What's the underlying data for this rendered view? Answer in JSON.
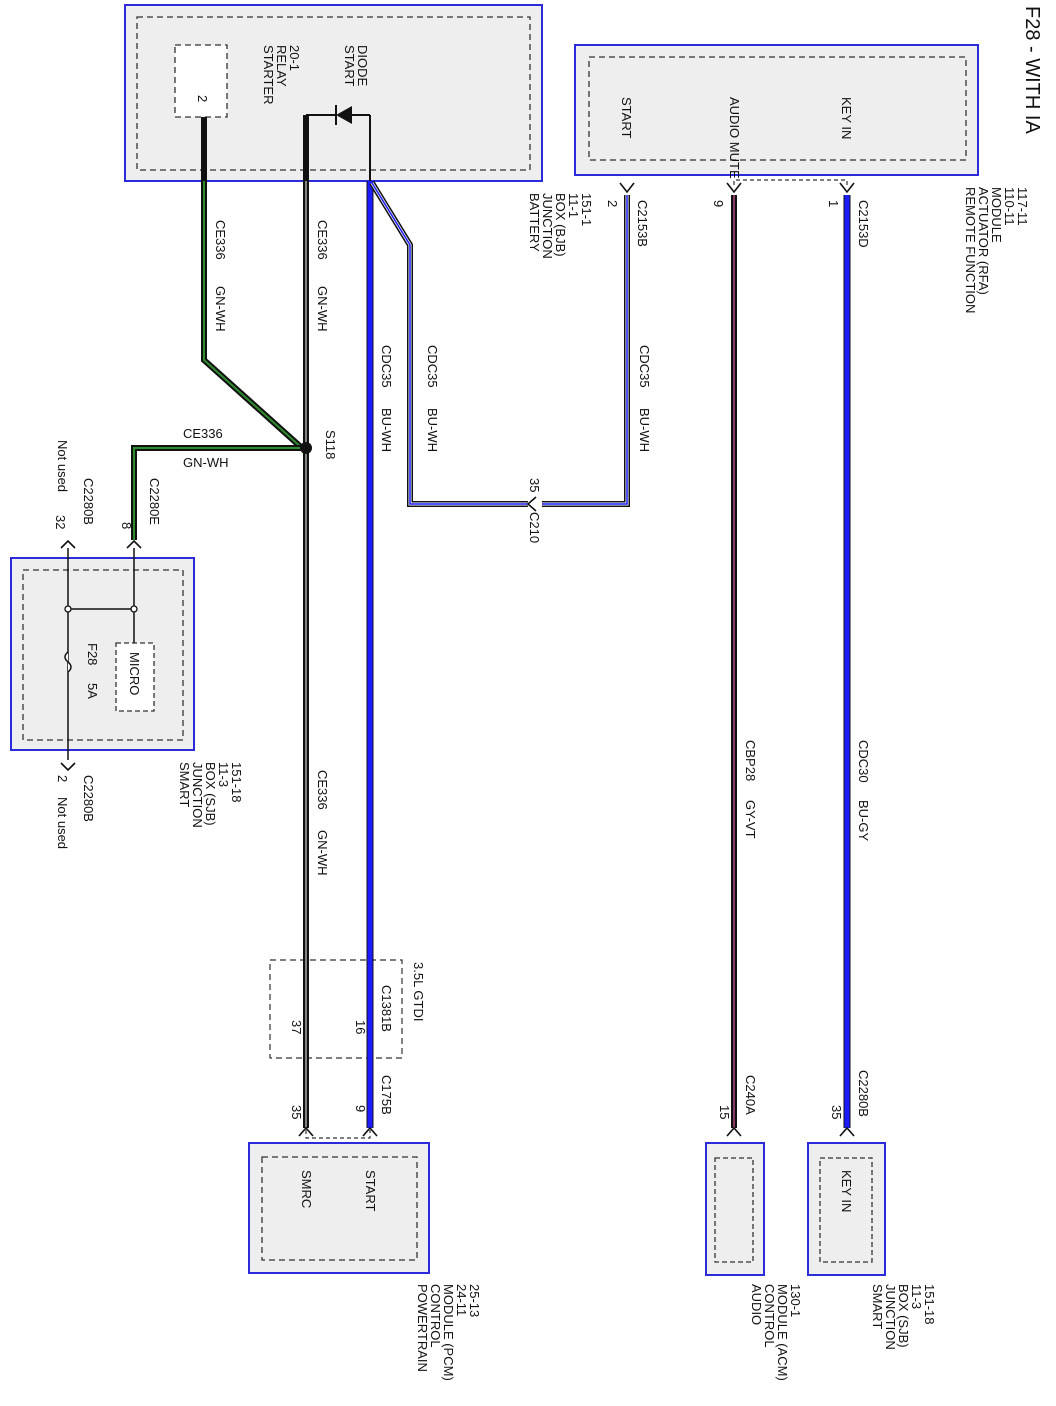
{
  "title": "F28 - WITH IA",
  "colors": {
    "box_border": "#2b2bd9",
    "box_fill": "#eeeeee",
    "wire_blue": "#1c1cff",
    "wire_black": "#111111",
    "wire_green": "#1d6b1d",
    "wire_violet": "#6b2a4a"
  },
  "modules": {
    "bjb": {
      "lines": [
        "BATTERY",
        "JUNCTION",
        "BOX (BJB)",
        "11-1",
        "151-1"
      ],
      "starter_relay": [
        "STARTER",
        "RELAY",
        "20-1"
      ],
      "relay_pin": "2",
      "start_diode": [
        "START",
        "DIODE"
      ]
    },
    "rfa": {
      "lines": [
        "REMOTE FUNCTION",
        "ACTUATOR (RFA)",
        "MODULE",
        "110-11",
        "117-11"
      ],
      "pins": [
        "START",
        "AUDIO MUTE",
        "KEY IN"
      ]
    },
    "sjb_left": {
      "lines": [
        "SMART",
        "JUNCTION",
        "BOX (SJB)",
        "11-3",
        "151-18"
      ],
      "micro": "MICRO",
      "fuse": "F28",
      "fuse_rating": "5A"
    },
    "pcm": {
      "lines": [
        "POWERTRAIN",
        "CONTROL",
        "MODULE (PCM)",
        "24-11",
        "25-13"
      ],
      "pins": [
        "START",
        "SMRC"
      ]
    },
    "acm": {
      "lines": [
        "AUDIO",
        "CONTROL",
        "MODULE (ACM)",
        "130-1"
      ]
    },
    "sjb_right": {
      "lines": [
        "SMART",
        "JUNCTION",
        "BOX (SJB)",
        "11-3",
        "151-18"
      ],
      "pin": "KEY IN"
    },
    "gtdi": {
      "label": "3.5L GTDI",
      "connector": "C1381B",
      "pins": [
        "16",
        "37"
      ]
    }
  },
  "connectors": {
    "c2153b": {
      "name": "C2153B",
      "pin": "2"
    },
    "c2153d": {
      "name": "C2153D",
      "pin": "1"
    },
    "c2153_mid_pin": "9",
    "c210": {
      "name": "C210",
      "pin": "35"
    },
    "c2280e": {
      "name": "C2280E",
      "pin": "8"
    },
    "c2280b_top": {
      "name": "C2280B",
      "pin": "32",
      "note": "Not used"
    },
    "c2280b_bottom": {
      "name": "C2280B",
      "pin": "2",
      "note": "Not used"
    },
    "c175b": {
      "name": "C175B",
      "pins": [
        "9",
        "35"
      ]
    },
    "c240a": {
      "name": "C240A",
      "pin": "15"
    },
    "c2280b_right": {
      "name": "C2280B",
      "pin": "35"
    },
    "splice": "S118"
  },
  "wires": {
    "ce336_top": [
      "CE336",
      "GN-WH"
    ],
    "ce336_mid": [
      "CE336",
      "GN-WH"
    ],
    "ce336_horizontal": [
      "CE336",
      "GN-WH"
    ],
    "ce336_low": [
      "CE336",
      "GN-WH"
    ],
    "cdc35_a": [
      "CDC35",
      "BU-WH"
    ],
    "cdc35_b": [
      "CDC35",
      "BU-WH"
    ],
    "cdc35_c": [
      "CDC35",
      "BU-WH"
    ],
    "cbp28": [
      "CBP28",
      "GY-VT"
    ],
    "cdc30": [
      "CDC30",
      "BU-GY"
    ]
  }
}
